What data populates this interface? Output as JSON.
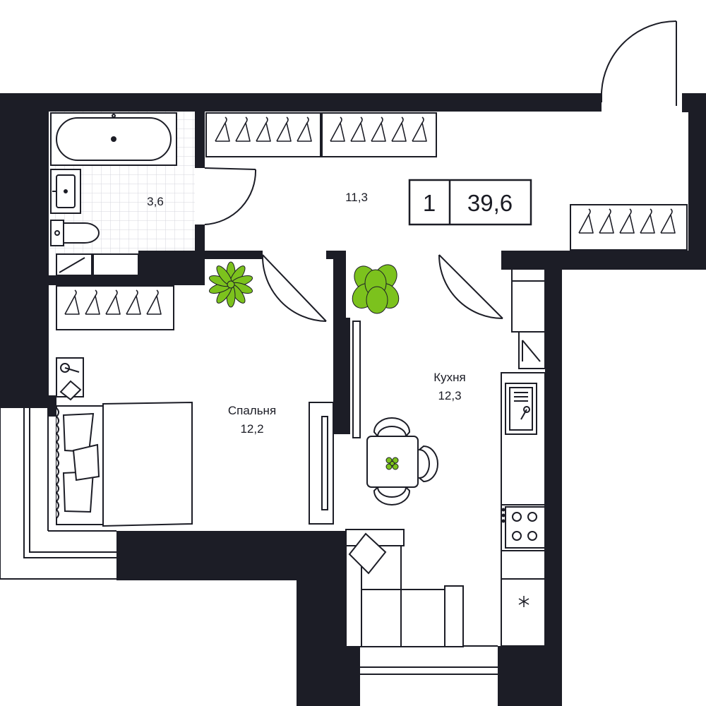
{
  "apartment": {
    "rooms_count": "1",
    "total_area": "39,6"
  },
  "rooms": {
    "bathroom": {
      "area": "3,6"
    },
    "hallway": {
      "area": "11,3"
    },
    "bedroom": {
      "name": "Спальня",
      "area": "12,2"
    },
    "kitchen": {
      "name": "Кухня",
      "area": "12,3"
    }
  },
  "colors": {
    "wall": "#1c1d26",
    "line": "#1c1d26",
    "tile": "#d4d6dc",
    "plant": "#7cc21d",
    "background": "#ffffff"
  }
}
